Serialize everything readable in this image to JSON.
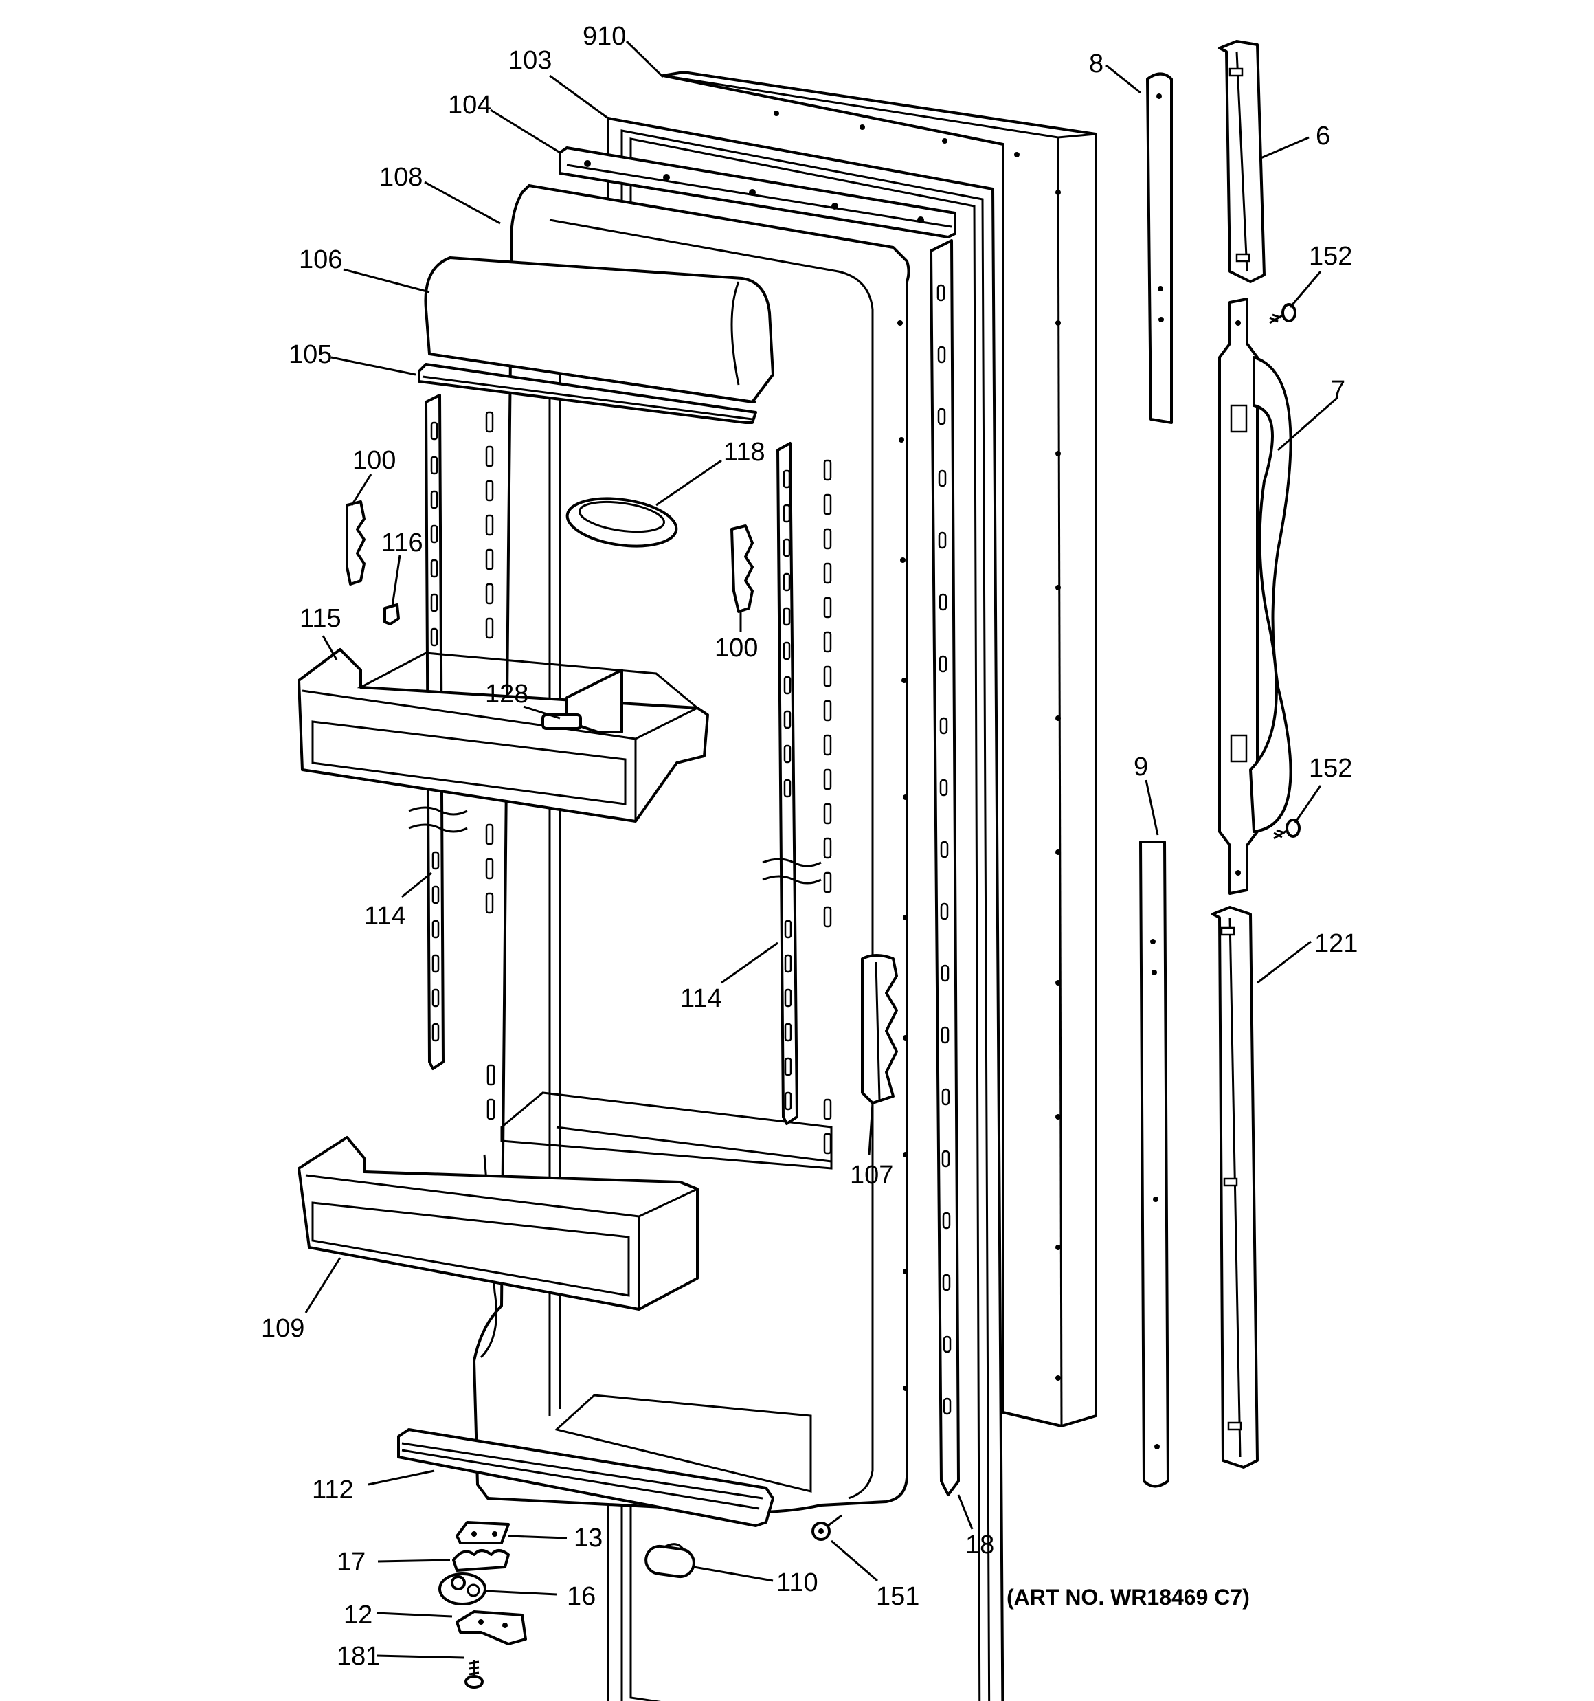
{
  "art_number": "(ART NO. WR18469 C7)",
  "callouts": [
    {
      "id": "c910",
      "text": "910"
    },
    {
      "id": "c103",
      "text": "103"
    },
    {
      "id": "c104",
      "text": "104"
    },
    {
      "id": "c108",
      "text": "108"
    },
    {
      "id": "c106",
      "text": "106"
    },
    {
      "id": "c105",
      "text": "105"
    },
    {
      "id": "c100a",
      "text": "100"
    },
    {
      "id": "c116",
      "text": "116"
    },
    {
      "id": "c115",
      "text": "115"
    },
    {
      "id": "c128",
      "text": "128"
    },
    {
      "id": "c118",
      "text": "118"
    },
    {
      "id": "c100b",
      "text": "100"
    },
    {
      "id": "c114a",
      "text": "114"
    },
    {
      "id": "c114b",
      "text": "114"
    },
    {
      "id": "c107",
      "text": "107"
    },
    {
      "id": "c109",
      "text": "109"
    },
    {
      "id": "c112",
      "text": "112"
    },
    {
      "id": "c13",
      "text": "13"
    },
    {
      "id": "c17",
      "text": "17"
    },
    {
      "id": "c16",
      "text": "16"
    },
    {
      "id": "c12",
      "text": "12"
    },
    {
      "id": "c181",
      "text": "181"
    },
    {
      "id": "c110",
      "text": "110"
    },
    {
      "id": "c151",
      "text": "151"
    },
    {
      "id": "c18",
      "text": "18"
    },
    {
      "id": "c8",
      "text": "8"
    },
    {
      "id": "c6",
      "text": "6"
    },
    {
      "id": "c152a",
      "text": "152"
    },
    {
      "id": "c7",
      "text": "7"
    },
    {
      "id": "c9",
      "text": "9"
    },
    {
      "id": "c152b",
      "text": "152"
    },
    {
      "id": "c121",
      "text": "121"
    }
  ]
}
